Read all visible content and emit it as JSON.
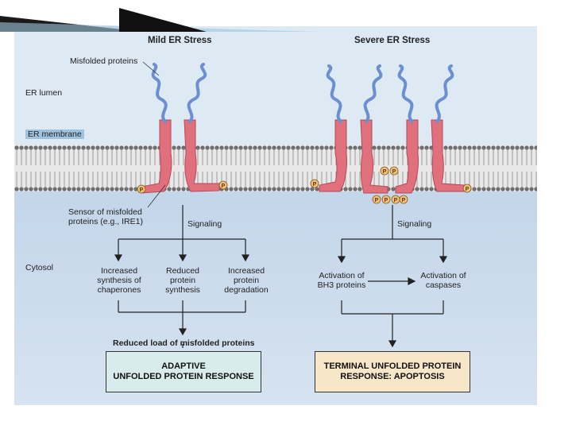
{
  "headings": {
    "mild": "Mild ER Stress",
    "severe": "Severe ER Stress"
  },
  "regions": {
    "lumen": "ER lumen",
    "membrane": "ER membrane",
    "cytosol": "Cytosol"
  },
  "callouts": {
    "misfolded": "Misfolded proteins",
    "sensor_line1": "Sensor of misfolded",
    "sensor_line2": "proteins (e.g., IRE1)"
  },
  "phospho_label": "P",
  "mild": {
    "signaling": "Signaling",
    "outcomes": [
      {
        "l1": "Increased",
        "l2": "synthesis of",
        "l3": "chaperones"
      },
      {
        "l1": "Reduced",
        "l2": "protein",
        "l3": "synthesis"
      },
      {
        "l1": "Increased",
        "l2": "protein",
        "l3": "degradation"
      }
    ],
    "result": "Reduced load of misfolded proteins",
    "box_line1": "ADAPTIVE",
    "box_line2": "UNFOLDED PROTEIN RESPONSE"
  },
  "severe": {
    "signaling": "Signaling",
    "left_l1": "Activation of",
    "left_l2": "BH3 proteins",
    "right_l1": "Activation of",
    "right_l2": "caspases",
    "box_line1": "TERMINAL UNFOLDED PROTEIN",
    "box_line2": "RESPONSE: APOPTOSIS"
  },
  "colors": {
    "background": "#dde9f3",
    "cytosol": "#c9d9ea",
    "membrane": "#5a5a5a",
    "protein_coil": "#6b8fd0",
    "sensor": "#e0707c",
    "phospho": "#f2c27a",
    "adaptive_box": "#d8ecec",
    "terminal_box": "#f7e6c8"
  }
}
